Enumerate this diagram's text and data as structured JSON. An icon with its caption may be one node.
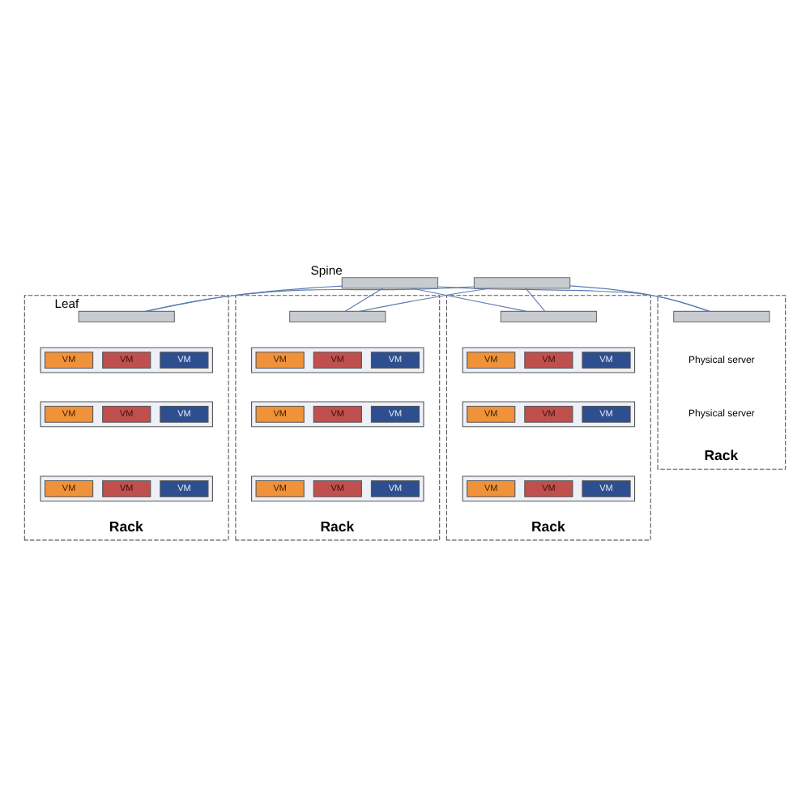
{
  "diagram": {
    "nodes": [
      {
        "text": [],
        "shape": "box",
        "beside": [
          "Spine"
        ]
      },
      {
        "text": [],
        "shape": "box"
      },
      {
        "text": [
          "Rack"
        ]
      },
      {
        "text": [],
        "shape": "box",
        "in": 2,
        "beside": [
          "Leaf"
        ]
      },
      {
        "text": [],
        "shape": "box",
        "in": 2
      },
      {
        "text": [
          "VM"
        ],
        "in": 4
      },
      {
        "text": [
          "VM"
        ],
        "in": 4
      },
      {
        "text": [
          "VM"
        ],
        "in": 4
      },
      {
        "text": [],
        "shape": "box",
        "in": 2
      },
      {
        "text": [
          "VM"
        ],
        "in": 8
      },
      {
        "text": [
          "VM"
        ],
        "in": 8
      },
      {
        "text": [
          "VM"
        ],
        "in": 8
      },
      {
        "text": [],
        "shape": "box",
        "in": 2
      },
      {
        "text": [
          "VM"
        ],
        "in": 12
      },
      {
        "text": [
          "VM"
        ],
        "in": 12
      },
      {
        "text": [
          "VM"
        ],
        "in": 12
      },
      {
        "text": [
          "Rack"
        ]
      },
      {
        "text": [],
        "shape": "box",
        "in": 16
      },
      {
        "text": [],
        "shape": "box",
        "in": 16
      },
      {
        "text": [
          "VM"
        ],
        "in": 18
      },
      {
        "text": [
          "VM"
        ],
        "in": 18
      },
      {
        "text": [
          "VM"
        ],
        "in": 18
      },
      {
        "text": [],
        "shape": "box",
        "in": 16
      },
      {
        "text": [
          "VM"
        ],
        "in": 22
      },
      {
        "text": [
          "VM"
        ],
        "in": 22
      },
      {
        "text": [
          "VM"
        ],
        "in": 22
      },
      {
        "text": [],
        "shape": "box",
        "in": 16
      },
      {
        "text": [
          "VM"
        ],
        "in": 26
      },
      {
        "text": [
          "VM"
        ],
        "in": 26
      },
      {
        "text": [
          "VM"
        ],
        "in": 26
      },
      {
        "text": [
          "Rack"
        ]
      },
      {
        "text": [],
        "shape": "box",
        "in": 30
      },
      {
        "text": [],
        "shape": "box",
        "in": 30
      },
      {
        "text": [
          "VM"
        ],
        "in": 32
      },
      {
        "text": [
          "VM"
        ],
        "in": 32
      },
      {
        "text": [
          "VM"
        ],
        "in": 32
      },
      {
        "text": [],
        "shape": "box",
        "in": 30
      },
      {
        "text": [
          "VM"
        ],
        "in": 36
      },
      {
        "text": [
          "VM"
        ],
        "in": 36
      },
      {
        "text": [
          "VM"
        ],
        "in": 36
      },
      {
        "text": [],
        "shape": "box",
        "in": 30
      },
      {
        "text": [
          "VM"
        ],
        "in": 40
      },
      {
        "text": [
          "VM"
        ],
        "in": 40
      },
      {
        "text": [
          "VM"
        ],
        "in": 40
      },
      {
        "text": [
          "Rack"
        ]
      },
      {
        "text": [],
        "shape": "box",
        "in": 44
      },
      {
        "text": [
          "Physical server"
        ],
        "in": 44
      },
      {
        "text": [
          "Physical server"
        ],
        "in": 44
      }
    ],
    "edges": [
      {
        "from": 0,
        "to": 3,
        "arrow": "none"
      },
      {
        "from": 0,
        "to": 17,
        "arrow": "none"
      },
      {
        "from": 0,
        "to": 31,
        "arrow": "none"
      },
      {
        "from": 0,
        "to": 45,
        "arrow": "none"
      },
      {
        "from": 1,
        "to": 3,
        "arrow": "none"
      },
      {
        "from": 1,
        "to": 17,
        "arrow": "none"
      },
      {
        "from": 1,
        "to": 31,
        "arrow": "none"
      },
      {
        "from": 1,
        "to": 45,
        "arrow": "none"
      }
    ]
  }
}
